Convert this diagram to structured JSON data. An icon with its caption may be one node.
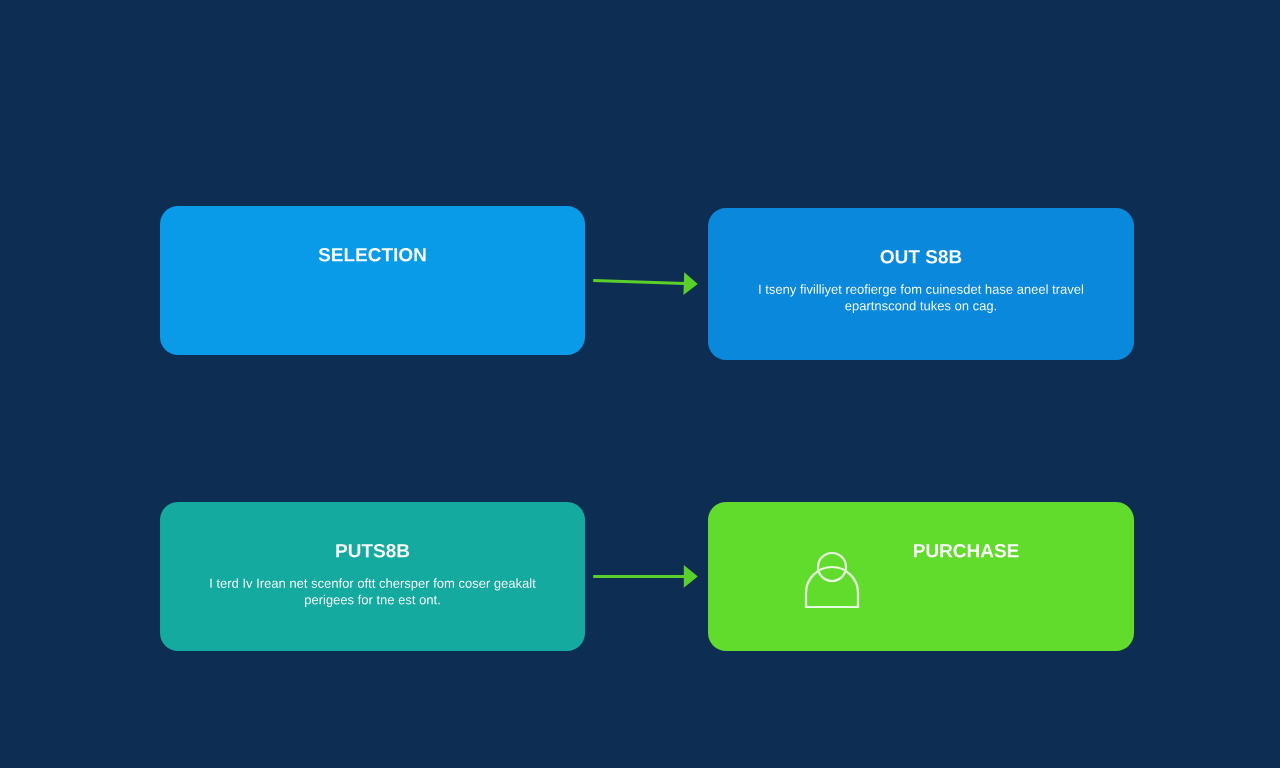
{
  "diagram": {
    "nodes": [
      {
        "text": [
          "SELECTION"
        ]
      },
      {
        "text": [
          "OUT S8B",
          "I tseny fivilliyet reofierge fom cuinesdet hase aneel travel epartnscond tukes on cag."
        ]
      },
      {
        "text": [
          "PUTS8B",
          "I terd Iv Irean net scenfor oftt chersper fom coser geakalt perigees for tne est ont."
        ]
      },
      {
        "text": [
          "PURCHASE"
        ]
      }
    ],
    "edges": [
      {
        "from": 0,
        "to": 1,
        "arrow": "to"
      },
      {
        "from": 2,
        "to": 3,
        "arrow": "to"
      }
    ]
  }
}
